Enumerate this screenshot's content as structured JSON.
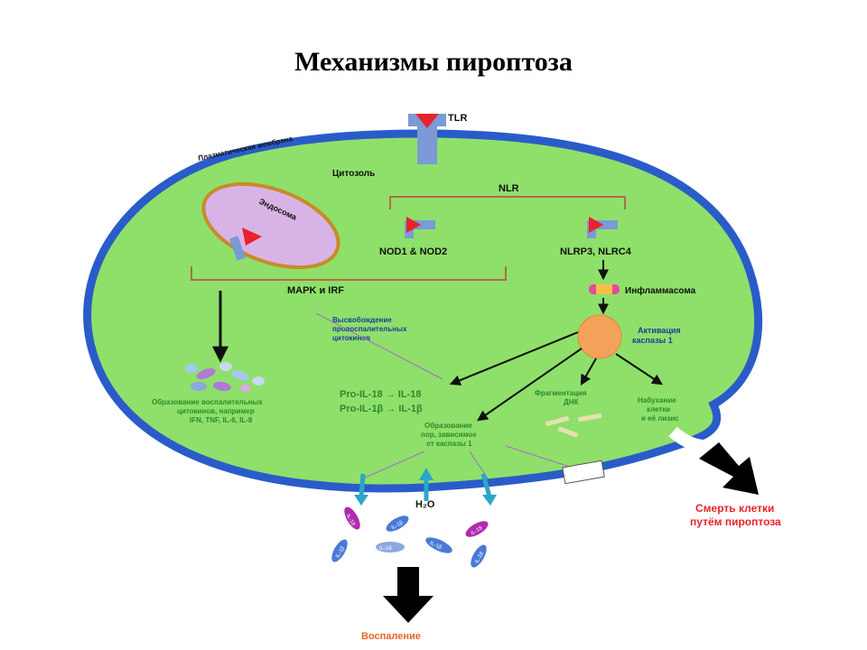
{
  "title": "Механизмы пироптоза",
  "labels": {
    "tlr": "TLR",
    "plasma_membrane": "Плазматическая мембрана",
    "cytosol": "Цитозоль",
    "endosome": "Эндосома",
    "nlr": "NLR",
    "nod": "NOD1 & NOD2",
    "nlrp": "NLRP3, NLRC4",
    "inflammasome": "Инфламмасома",
    "mapk": "MAPK и IRF",
    "release_1": "Высвобождение",
    "release_2": "провоспалительных",
    "release_3": "цитокинов",
    "caspase_1": "Активация",
    "caspase_2": "каспазы 1",
    "formation_1": "Образование воспалительных",
    "formation_2": "цитокинов, например",
    "formation_3": "IFN, TNF, IL-6, IL-8",
    "pro_il18": "Pro-IL-18 → IL-18",
    "pro_il1b": "Pro-IL-1β → IL-1β",
    "pore_1": "Образование",
    "pore_2": "пор, зависимое",
    "pore_3": "от каспазы 1",
    "dna_1": "Фрагментация",
    "dna_2": "ДНК",
    "swell_1": "Набухание",
    "swell_2": "клетки",
    "swell_3": "и её лизис",
    "h2o": "H₂O",
    "death_1": "Смерть клетки",
    "death_2": "путём пироптоза",
    "inflammation": "Воспаление",
    "il18": "IL-18",
    "il1b": "IL-1β"
  },
  "colors": {
    "cell_fill": "#8ee06a",
    "membrane": "#2a5cc9",
    "endosome_fill": "#d8b4e6",
    "endosome_border": "#c98a2a",
    "bracket": "#b06a4a",
    "caspase": "#f4a15a",
    "receptor_red": "#e8232a",
    "receptor_blue": "#7b9ad6",
    "teal": "#2aa6c8",
    "death_text": "#e8232a",
    "inflammation_text": "#e8632a"
  },
  "icons": [
    "tlr-receptor-icon",
    "nod-receptor-icon",
    "nlrp-receptor-icon",
    "endosome-receptor-icon",
    "inflammasome-icon",
    "caspase-icon",
    "dna-fragment-icon",
    "cytokine-icon",
    "pore-icon",
    "arrow-icon"
  ]
}
